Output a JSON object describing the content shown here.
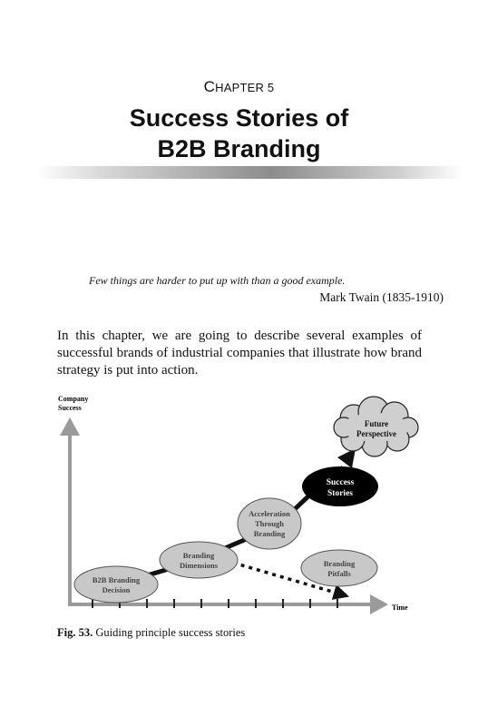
{
  "chapter": {
    "label": "Chapter 5",
    "title_line1": "Success Stories of",
    "title_line2": "B2B Branding"
  },
  "epigraph": {
    "quote": "Few things are harder to put up with than a good example.",
    "author": "Mark Twain (1835-1910)"
  },
  "intro_text": "In this chapter, we are going to describe several examples of successful brands of industrial companies that illustrate how brand strategy is put into action.",
  "diagram": {
    "y_axis_label_line1": "Company",
    "y_axis_label_line2": "Success",
    "x_axis_label": "Time",
    "stages": {
      "b2b_decision": [
        "B2B Branding",
        "Decision"
      ],
      "dimensions": [
        "Branding",
        "Dimensions"
      ],
      "acceleration": [
        "Acceleration",
        "Through",
        "Branding"
      ],
      "success": [
        "Success",
        "Stories"
      ],
      "future": [
        "Future",
        "Perspective"
      ],
      "pitfalls": [
        "Branding",
        "Pitfalls"
      ]
    },
    "colors": {
      "ellipse_fill": "#c8c8c8",
      "success_fill": "#000000",
      "cloud_fill": "#cfcfcf",
      "axis": "#9a9a9a",
      "path": "#111111"
    }
  },
  "caption": {
    "label": "Fig. 53.",
    "text": "Guiding principle success stories"
  }
}
